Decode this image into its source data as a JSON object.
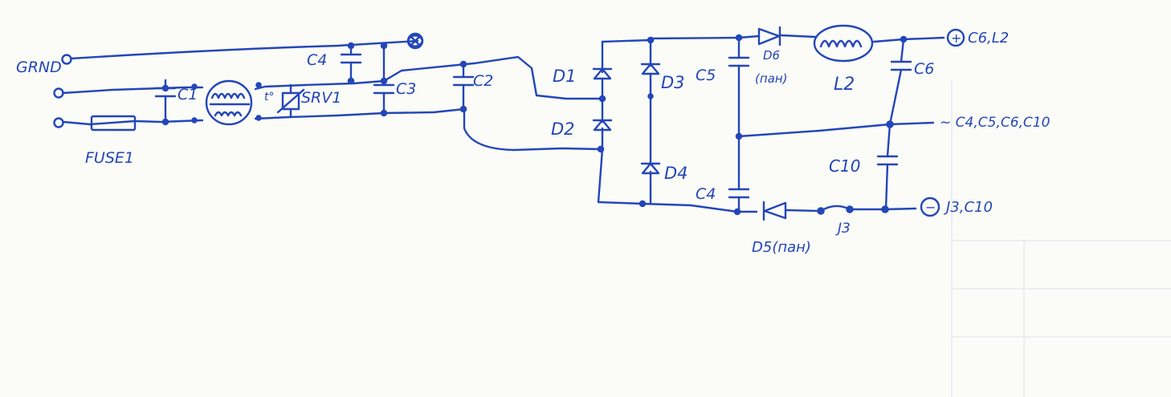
{
  "labels": {
    "ground": "GRND",
    "fuse": "FUSE1",
    "c1": "C1",
    "c2": "C2",
    "c3": "C3",
    "c4_top": "C4",
    "c4_bottom": "C4",
    "c5": "C5",
    "c6": "C6",
    "c10": "C10",
    "srv": "SRV1",
    "d1": "D1",
    "d2": "D2",
    "d3": "D3",
    "d4": "D4",
    "d5": "D5(пан)",
    "d6": "D6",
    "d6_note": "(пан)",
    "l2": "L2",
    "j3": "J3",
    "out_pos_symbol": "+",
    "out_pos_label": "C6,L2",
    "out_mid_label": "~ C4,C5,C6,C10",
    "out_neg_symbol": "−",
    "out_neg_label": "J3,C10"
  },
  "colors": {
    "ink": "#2346b8",
    "paper": "#fbfbf8"
  }
}
